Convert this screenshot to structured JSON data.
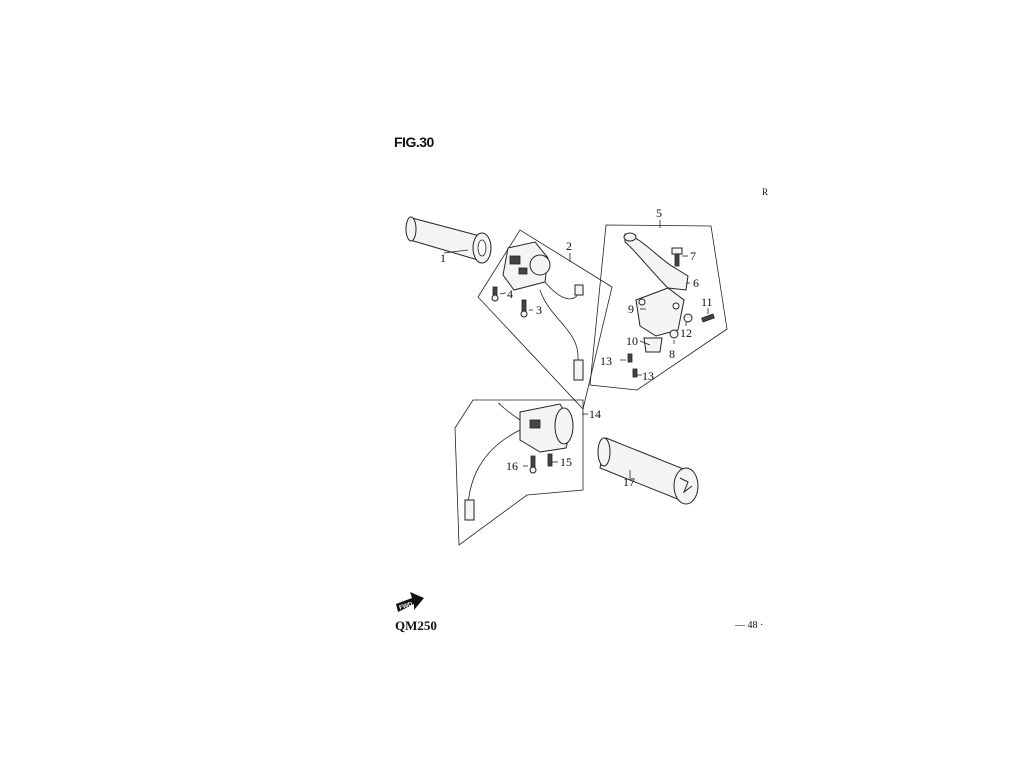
{
  "header": {
    "figure_title": "FIG.30",
    "corner_mark": "R"
  },
  "footer": {
    "model": "QM250",
    "page_number": "— 48 ·"
  },
  "fwd_arrow": {
    "label": "FWD",
    "icon": "forward-arrow-icon"
  },
  "part_labels": [
    "1",
    "2",
    "3",
    "4",
    "5",
    "6",
    "7",
    "8",
    "9",
    "10",
    "11",
    "12",
    "13",
    "13",
    "14",
    "15",
    "16",
    "17"
  ]
}
